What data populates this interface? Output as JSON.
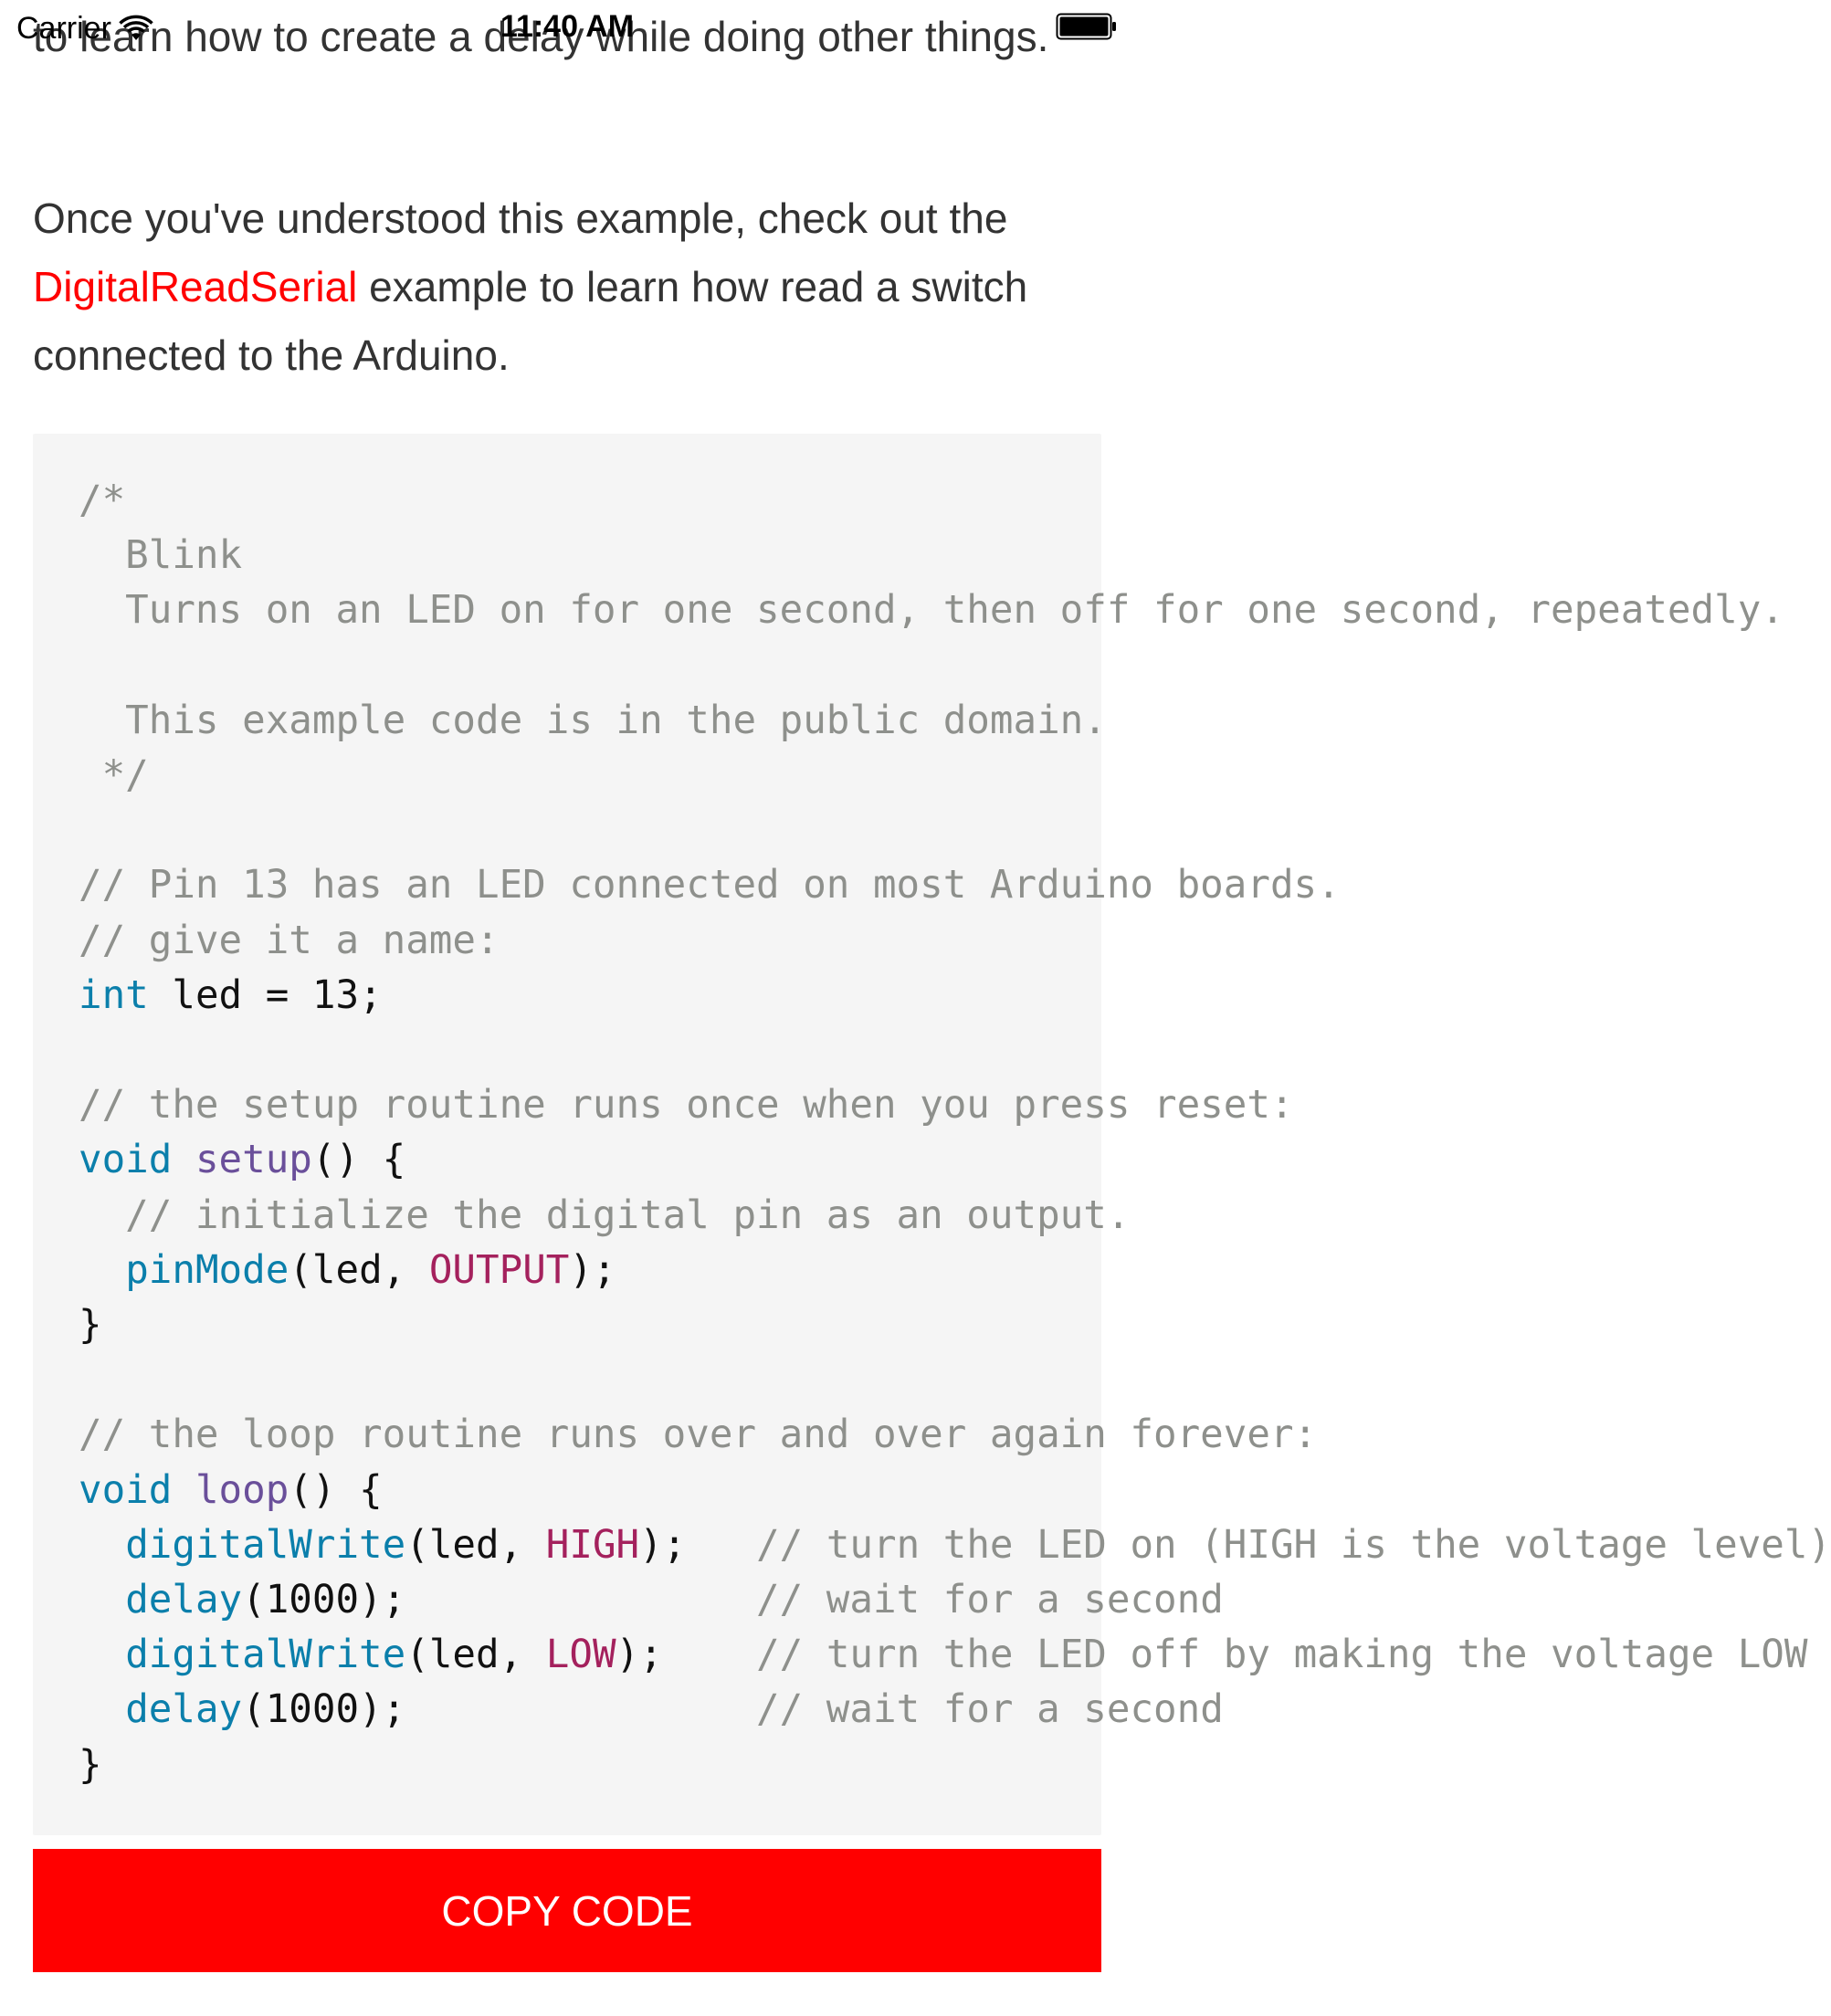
{
  "status_bar": {
    "carrier": "Carrier",
    "time": "11:40 AM",
    "wifi_icon": "wifi-icon",
    "battery_icon": "battery-icon"
  },
  "article": {
    "para1": "to learn how to create a delay while doing other things.",
    "para2_before_link": "Once you've understood this example, check out the ",
    "para2_link": "DigitalReadSerial",
    "para2_after_link": " example to learn how read a switch connected to the Arduino."
  },
  "code": {
    "lines": [
      [
        [
          "com",
          "/*"
        ]
      ],
      [
        [
          "com",
          "  Blink"
        ]
      ],
      [
        [
          "com",
          "  Turns on an LED on for one second, then off for one second, repeatedly."
        ]
      ],
      [
        [
          "com",
          ""
        ]
      ],
      [
        [
          "com",
          "  This example code is in the public domain."
        ]
      ],
      [
        [
          "com",
          " */"
        ]
      ],
      [
        [
          "plain",
          ""
        ]
      ],
      [
        [
          "com",
          "// Pin 13 has an LED connected on most Arduino boards."
        ]
      ],
      [
        [
          "com",
          "// give it a name:"
        ]
      ],
      [
        [
          "kw",
          "int"
        ],
        [
          "plain",
          " led = 13;"
        ]
      ],
      [
        [
          "plain",
          ""
        ]
      ],
      [
        [
          "com",
          "// the setup routine runs once when you press reset:"
        ]
      ],
      [
        [
          "kw",
          "void"
        ],
        [
          "plain",
          " "
        ],
        [
          "fn",
          "setup"
        ],
        [
          "plain",
          "() {"
        ]
      ],
      [
        [
          "com",
          "  // initialize the digital pin as an output."
        ]
      ],
      [
        [
          "plain",
          "  "
        ],
        [
          "call",
          "pinMode"
        ],
        [
          "plain",
          "(led, "
        ],
        [
          "const",
          "OUTPUT"
        ],
        [
          "plain",
          ");"
        ]
      ],
      [
        [
          "plain",
          "}"
        ]
      ],
      [
        [
          "plain",
          ""
        ]
      ],
      [
        [
          "com",
          "// the loop routine runs over and over again forever:"
        ]
      ],
      [
        [
          "kw",
          "void"
        ],
        [
          "plain",
          " "
        ],
        [
          "fn",
          "loop"
        ],
        [
          "plain",
          "() {"
        ]
      ],
      [
        [
          "plain",
          "  "
        ],
        [
          "call",
          "digitalWrite"
        ],
        [
          "plain",
          "(led, "
        ],
        [
          "const",
          "HIGH"
        ],
        [
          "plain",
          ");   "
        ],
        [
          "com",
          "// turn the LED on (HIGH is the voltage level)"
        ]
      ],
      [
        [
          "plain",
          "  "
        ],
        [
          "call",
          "delay"
        ],
        [
          "plain",
          "(1000);               "
        ],
        [
          "com",
          "// wait for a second"
        ]
      ],
      [
        [
          "plain",
          "  "
        ],
        [
          "call",
          "digitalWrite"
        ],
        [
          "plain",
          "(led, "
        ],
        [
          "const",
          "LOW"
        ],
        [
          "plain",
          ");    "
        ],
        [
          "com",
          "// turn the LED off by making the voltage LOW"
        ]
      ],
      [
        [
          "plain",
          "  "
        ],
        [
          "call",
          "delay"
        ],
        [
          "plain",
          "(1000);               "
        ],
        [
          "com",
          "// wait for a second"
        ]
      ],
      [
        [
          "plain",
          "}"
        ]
      ]
    ]
  },
  "copy_button": {
    "label": "COPY CODE"
  },
  "colors": {
    "accent": "#ff0000",
    "code_background": "#f5f5f5",
    "comment": "#8e908c",
    "keyword": "#0b7fab",
    "function_name": "#6a4f9a",
    "constant": "#a4215d",
    "text": "#333333"
  }
}
